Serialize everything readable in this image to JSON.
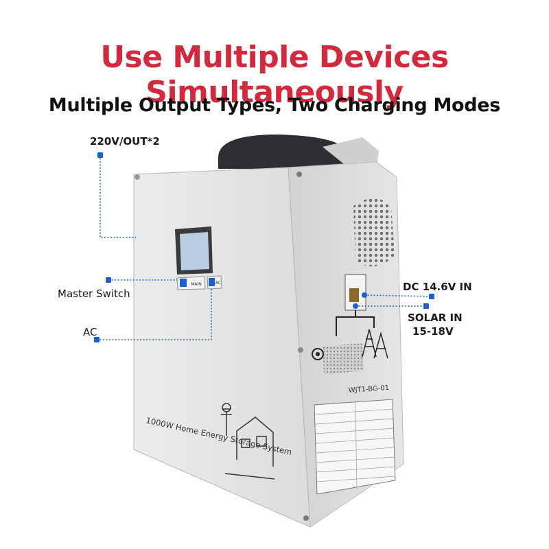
{
  "headline": "Use Multiple Devices Simultaneously",
  "subheadline": "Multiple Output Types, Two Charging Modes",
  "callouts": {
    "outlet": "220V/OUT*2",
    "master_switch": "Master Switch",
    "ac": "AC",
    "dc_in": "DC 14.6V IN",
    "solar_in_line1": "SOLAR IN",
    "solar_in_line2": "15-18V"
  },
  "device": {
    "front_text": "1000W Home Energy Storage System",
    "model_label": "WJT1-BG-01",
    "switch_label": "MAIN",
    "ac_button_label": "AC"
  },
  "colors": {
    "headline": "#d4283c",
    "callout_dot": "#1b5fd6",
    "leader_line": "#1b5fd6",
    "body_front": "#e4e4e2",
    "body_side": "#d8d8d6"
  }
}
